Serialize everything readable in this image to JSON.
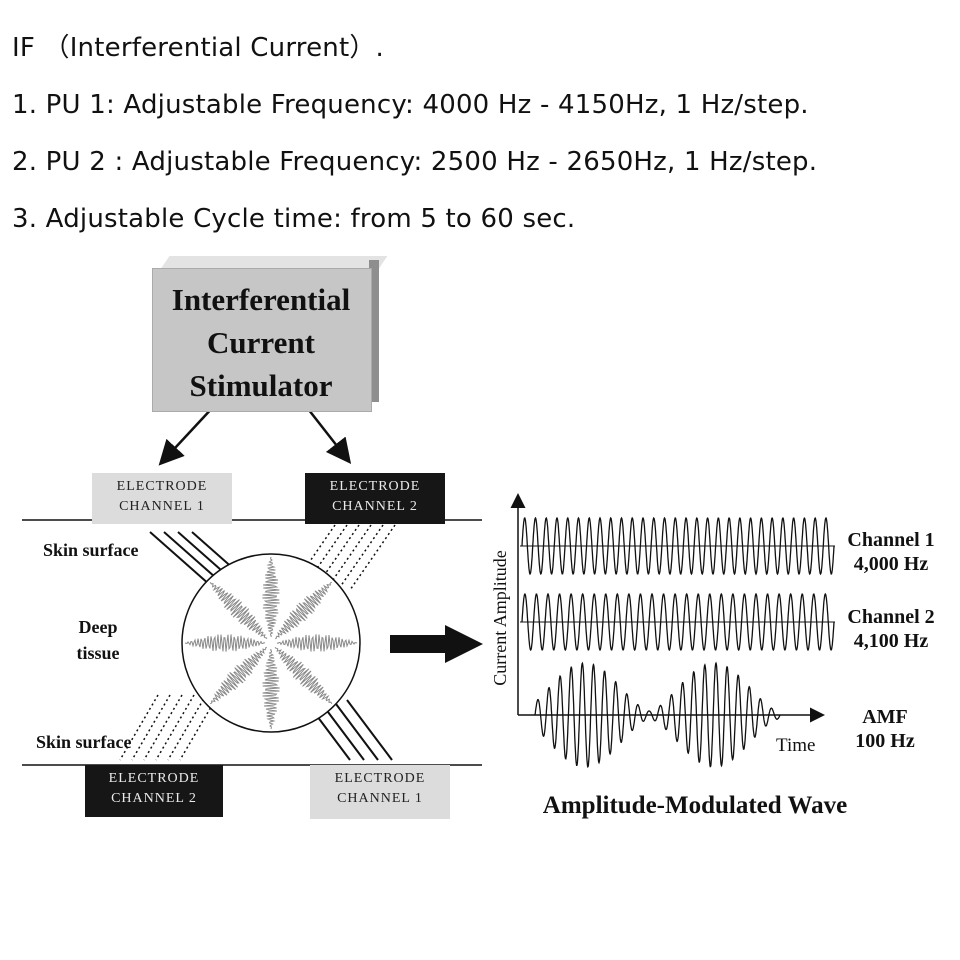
{
  "specs": {
    "heading": "IF （Interferential Current）.",
    "items": [
      "1.  PU 1: Adjustable Frequency: 4000 Hz - 4150Hz, 1 Hz/step.",
      "2.  PU 2 : Adjustable Frequency: 2500 Hz - 2650Hz, 1 Hz/step.",
      "3.  Adjustable Cycle time: from 5 to 60 sec."
    ]
  },
  "diagram": {
    "stimulator": {
      "line1": "Interferential",
      "line2": "Current",
      "line3": "Stimulator"
    },
    "electrodes": {
      "top_left": {
        "line1": "ELECTRODE",
        "line2": "CHANNEL 1"
      },
      "top_right": {
        "line1": "ELECTRODE",
        "line2": "CHANNEL 2"
      },
      "bottom_left": {
        "line1": "ELECTRODE",
        "line2": "CHANNEL 2"
      },
      "bottom_right": {
        "line1": "ELECTRODE",
        "line2": "CHANNEL 1"
      }
    },
    "skin_surface_top": "Skin surface",
    "skin_surface_bottom": "Skin surface",
    "deep_tissue": {
      "line1": "Deep",
      "line2": "tissue"
    }
  },
  "waves": {
    "y_axis_label": "Current Amplitude",
    "x_axis_label": "Time",
    "channel1": {
      "name": "Channel 1",
      "freq": "4,000 Hz"
    },
    "channel2": {
      "name": "Channel 2",
      "freq": "4,100 Hz"
    },
    "amf": {
      "name": "AMF",
      "freq": "100 Hz"
    },
    "caption": "Amplitude-Modulated Wave"
  },
  "colors": {
    "ink": "#111111",
    "box_dark": "#161616",
    "box_light": "#dcdcdc",
    "stimulator": "#c6c6c6",
    "interference": "#8a8a8a"
  }
}
